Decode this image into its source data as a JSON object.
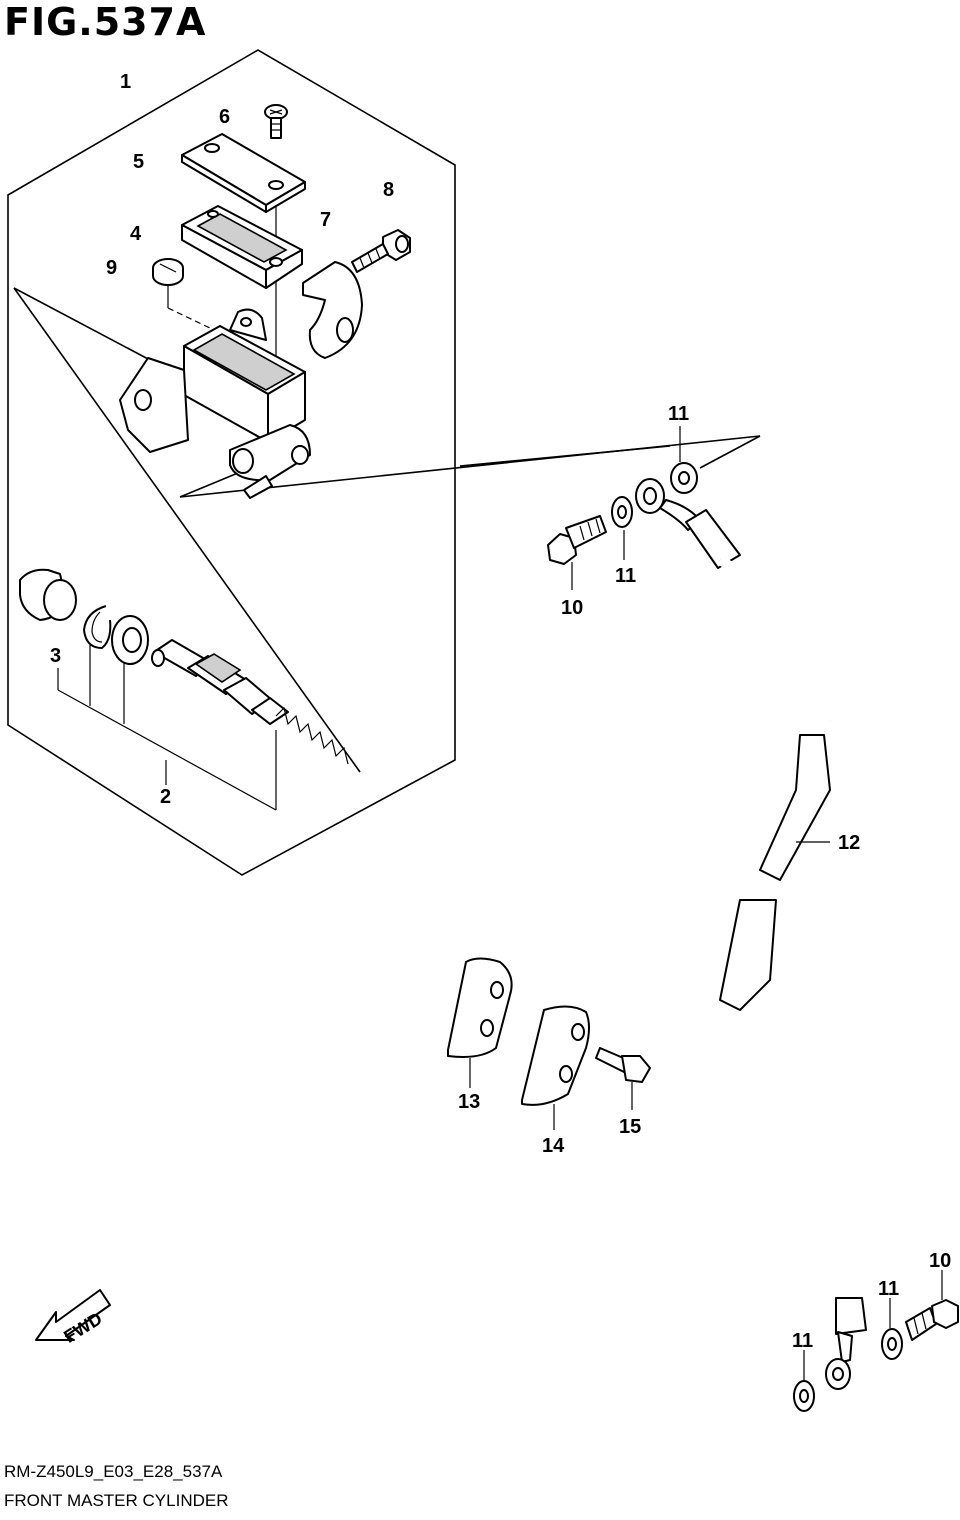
{
  "figure_title": "FIG.537A",
  "footer": {
    "code": "RM-Z450L9_E03_E28_537A",
    "name": "FRONT MASTER CYLINDER"
  },
  "fwd_label": "FWD",
  "callouts": {
    "c1": "1",
    "c2": "2",
    "c3": "3",
    "c4": "4",
    "c5": "5",
    "c6": "6",
    "c7": "7",
    "c8": "8",
    "c9": "9",
    "c10a": "10",
    "c10b": "10",
    "c11a": "11",
    "c11b": "11",
    "c11c": "11",
    "c11d": "11",
    "c12": "12",
    "c13": "13",
    "c14": "14",
    "c15": "15"
  }
}
